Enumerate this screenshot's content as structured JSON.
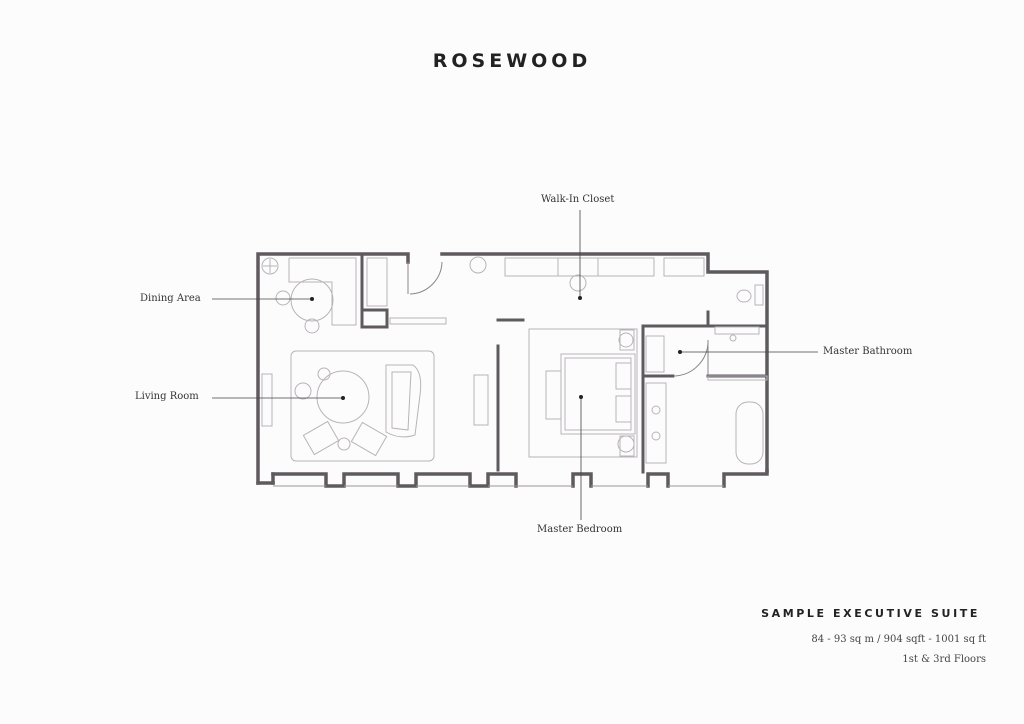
{
  "brand": "ROSEWOOD",
  "labels": {
    "walk_in_closet": "Walk-In Closet",
    "dining_area": "Dining Area",
    "living_room": "Living Room",
    "master_bathroom": "Master Bathroom",
    "master_bedroom": "Master Bedroom"
  },
  "suite": {
    "title": "SAMPLE EXECUTIVE SUITE",
    "area": "84 - 93 sq m / 904 sqft - 1001 sq ft",
    "floors": "1st & 3rd Floors"
  },
  "colors": {
    "wall": "#5e5a5e",
    "furniture": "#b8b3b8",
    "leader": "#444444"
  }
}
